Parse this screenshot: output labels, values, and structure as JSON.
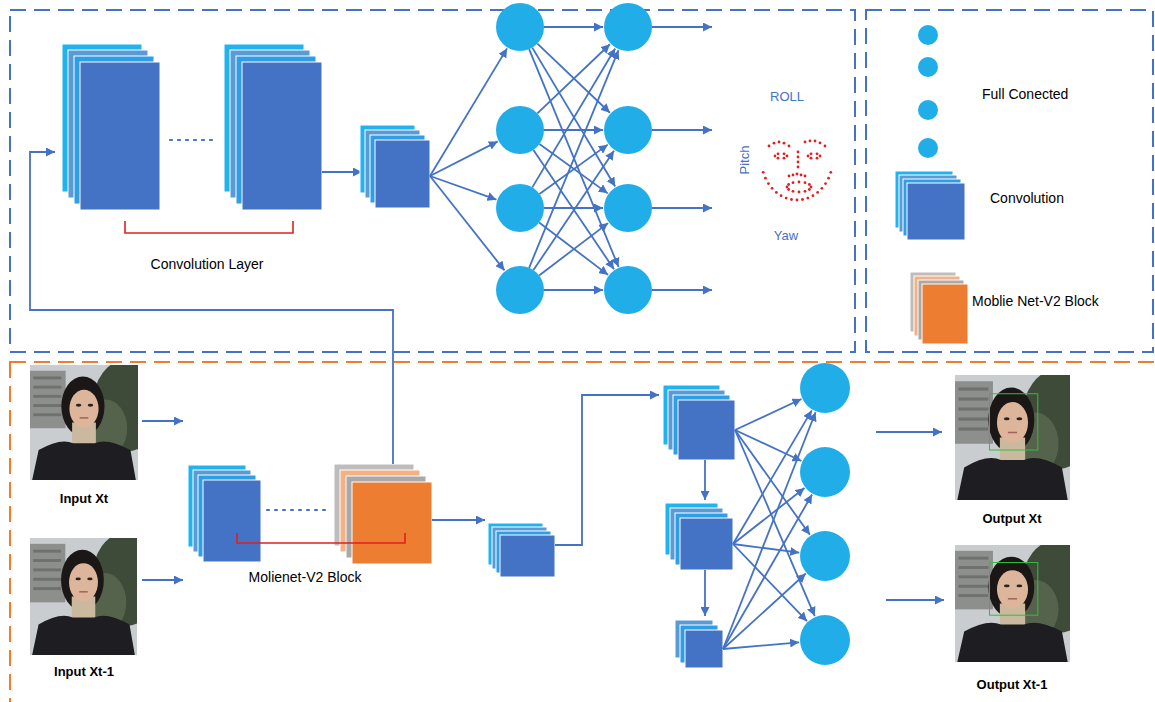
{
  "diagram": {
    "nodes": [
      {
        "text": [
          "Convolution Layer"
        ]
      },
      {
        "text": [
          "Input Xt"
        ]
      },
      {
        "text": [
          "Input Xt-1"
        ]
      },
      {
        "text": [
          "Molienet-V2 Block"
        ]
      },
      {
        "text": [
          "Output Xt"
        ]
      },
      {
        "text": [
          "Output Xt-1"
        ]
      }
    ],
    "edges": [
      {
        "from": 1,
        "to": 3,
        "arrow": "to"
      },
      {
        "from": 2,
        "to": 3,
        "arrow": "to"
      },
      {
        "from": 3,
        "to": 0,
        "arrow": "to"
      }
    ],
    "labels": [
      "ROLL",
      "Pitch",
      "Yaw"
    ],
    "legend": [
      {
        "text": "Full Conected"
      },
      {
        "text": "Convolution"
      },
      {
        "text": "Moblie Net-V2 Block"
      }
    ]
  }
}
